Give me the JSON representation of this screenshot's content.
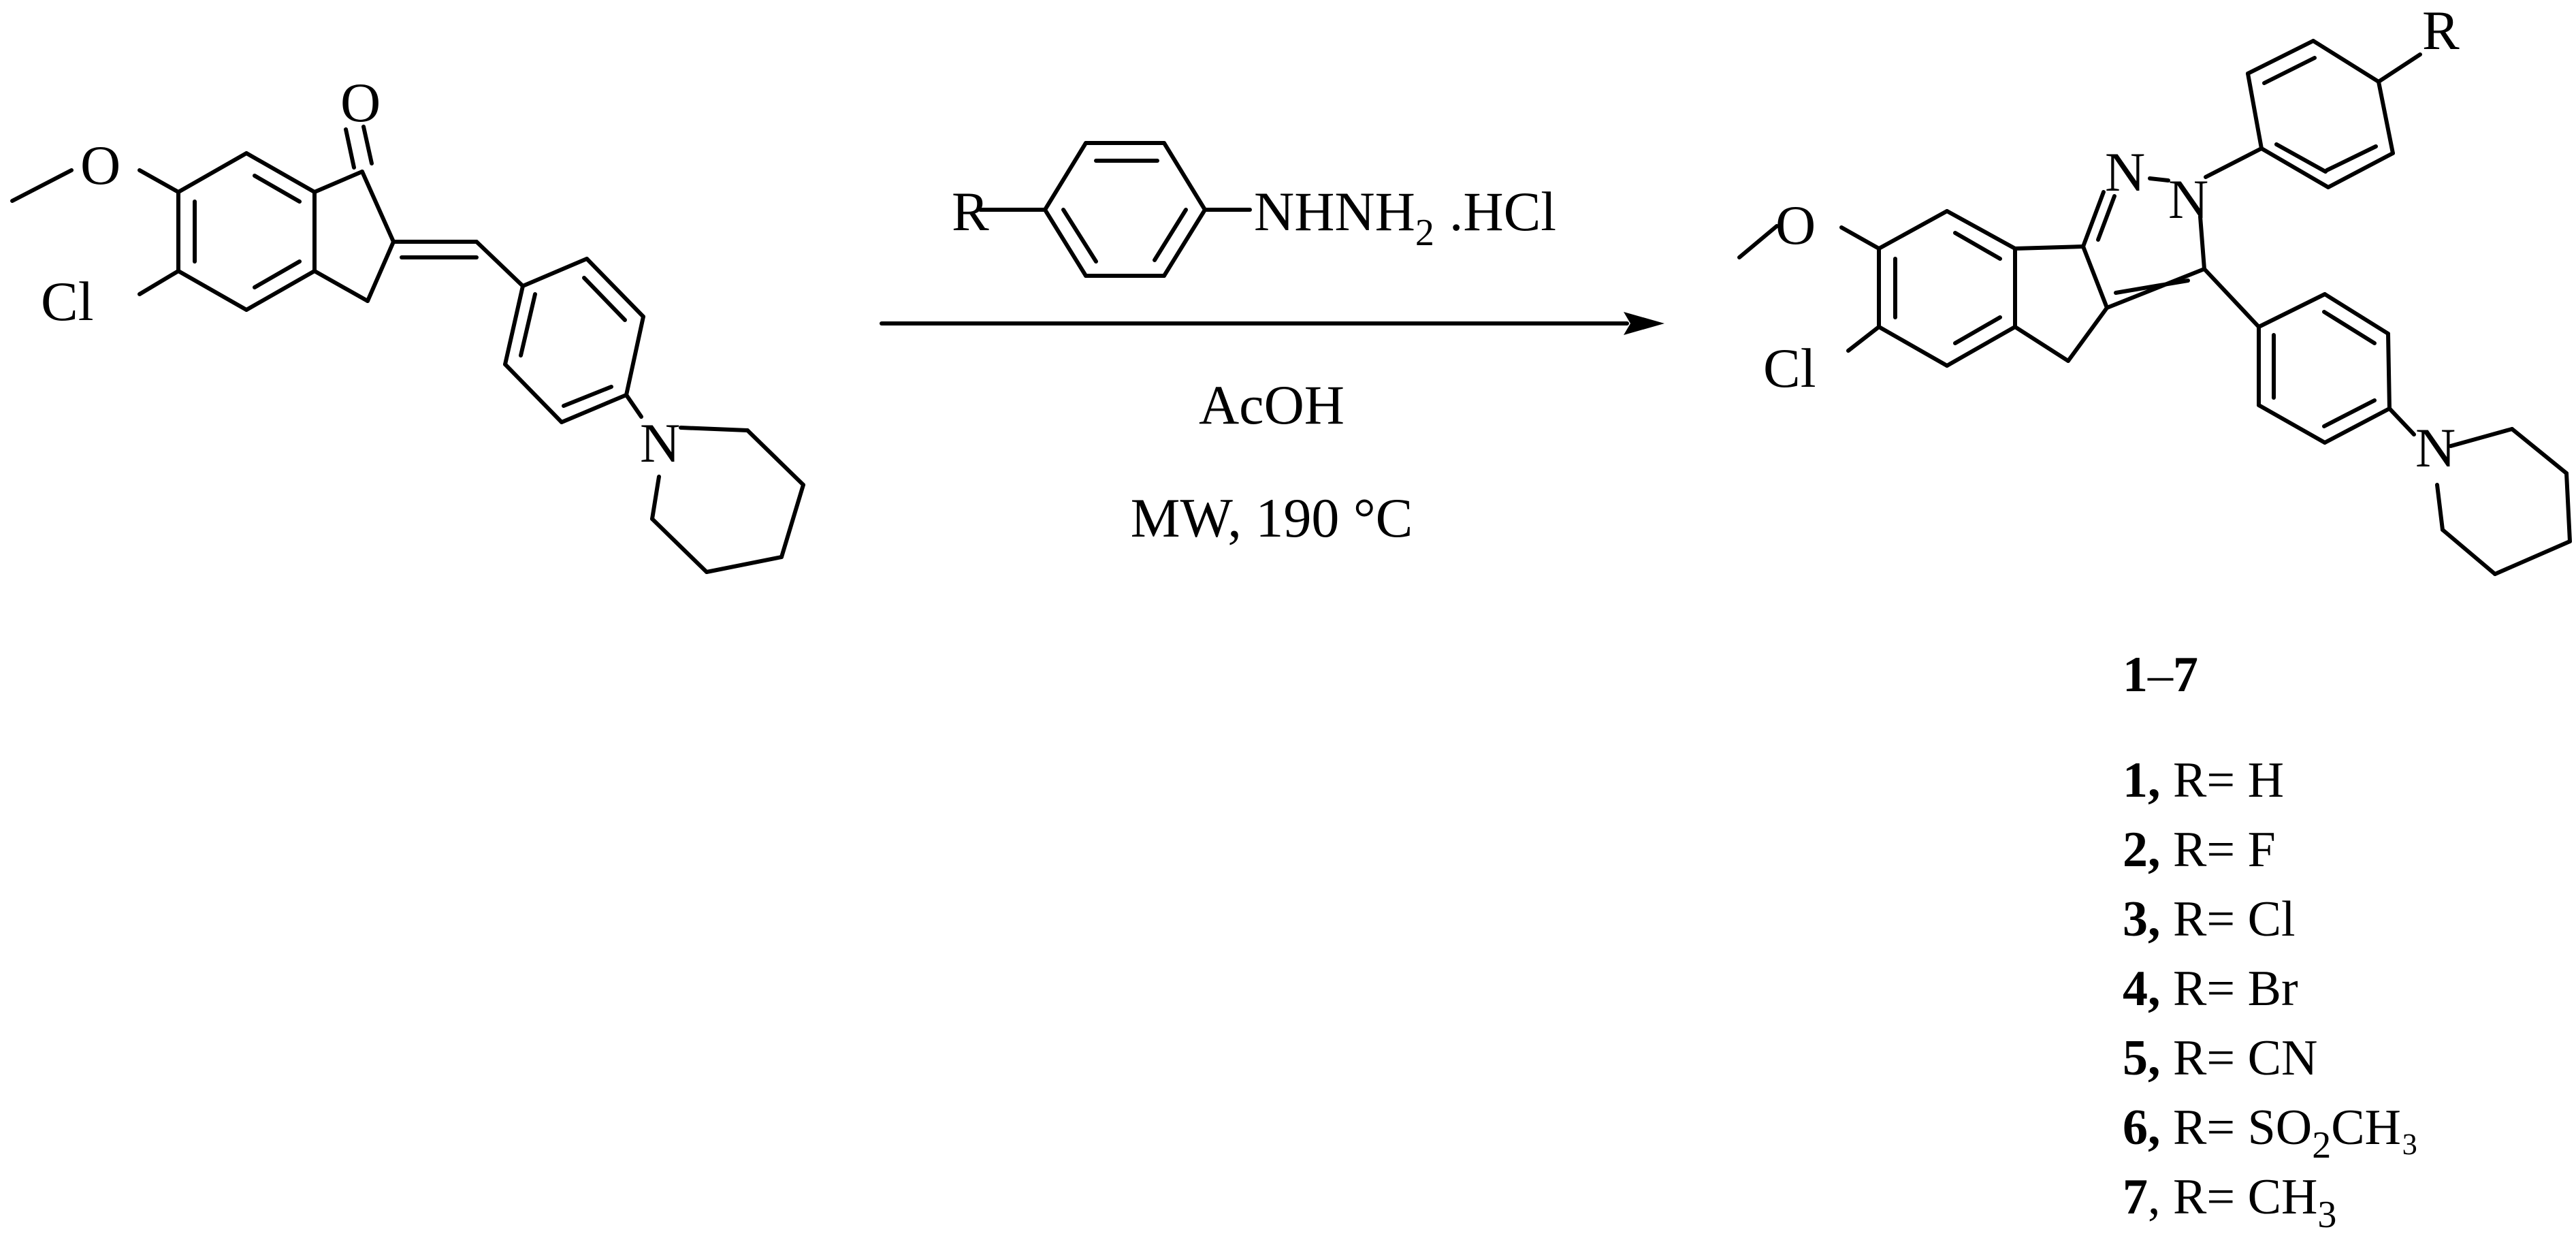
{
  "reactant": {
    "atoms": {
      "carbonyl_O": "O",
      "methoxy_O": "O",
      "chloro": "Cl",
      "piperidine_N": "N"
    }
  },
  "reagent": {
    "r_group": "R",
    "hydrazine_main": "NHNH",
    "hydrazine_sub": "2",
    "salt": ".HCl"
  },
  "conditions": {
    "solvent": "AcOH",
    "method": "MW, 190 °C"
  },
  "product": {
    "atoms": {
      "methoxy_O": "O",
      "chloro": "Cl",
      "pyrazole_N1": "N",
      "pyrazole_N2": "N",
      "piperidine_N": "N",
      "r_group": "R"
    },
    "range_label": {
      "start": "1",
      "dash": "–",
      "end": "7"
    },
    "substituents": [
      {
        "id": "1,",
        "id_bold": true,
        "prefix": " R= ",
        "main": "H",
        "sub": "",
        "tail": ""
      },
      {
        "id": "2,",
        "id_bold": true,
        "prefix": " R= ",
        "main": "F",
        "sub": "",
        "tail": ""
      },
      {
        "id": "3,",
        "id_bold": true,
        "prefix": " R= ",
        "main": "Cl",
        "sub": "",
        "tail": ""
      },
      {
        "id": "4,",
        "id_bold": true,
        "prefix": " R= ",
        "main": "Br",
        "sub": "",
        "tail": ""
      },
      {
        "id": "5,",
        "id_bold": true,
        "prefix": " R= ",
        "main": "CN",
        "sub": "",
        "tail": ""
      },
      {
        "id": "6,",
        "id_bold": true,
        "prefix": " R= ",
        "main": "SO",
        "sub": "2",
        "tail": "CH₃"
      },
      {
        "id": "7",
        "id_bold": true,
        "prefix": ", R= ",
        "main": "CH",
        "sub": "3",
        "tail": ""
      }
    ]
  }
}
